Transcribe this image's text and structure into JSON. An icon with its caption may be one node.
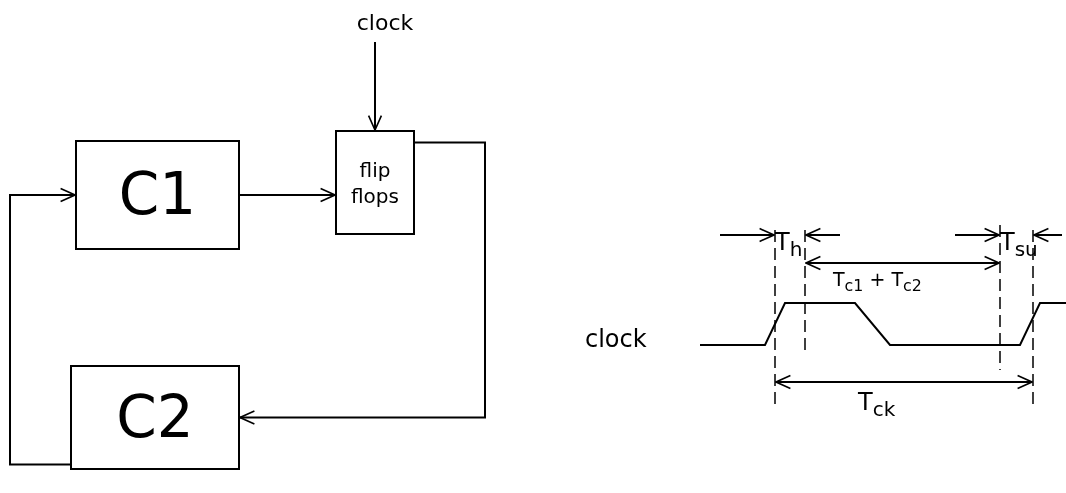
{
  "diagram": {
    "nodes": [
      {
        "text": [
          "clock"
        ]
      },
      {
        "text": [
          "C1"
        ]
      },
      {
        "text": [
          "flip flops"
        ]
      },
      {
        "text": [
          "C2"
        ]
      }
    ],
    "edges": [
      {
        "from": 0,
        "to": 2,
        "arrow": "to"
      },
      {
        "from": 1,
        "to": 2,
        "arrow": "to"
      },
      {
        "from": 2,
        "to": 3,
        "arrow": "to"
      },
      {
        "from": 3,
        "to": 1,
        "arrow": "to"
      }
    ],
    "labels": [
      "T$_{h}$",
      "T$_{su}$",
      "T$_{c1}$ + T$_{c2}$",
      "clock",
      "T$_{ck}$"
    ]
  }
}
